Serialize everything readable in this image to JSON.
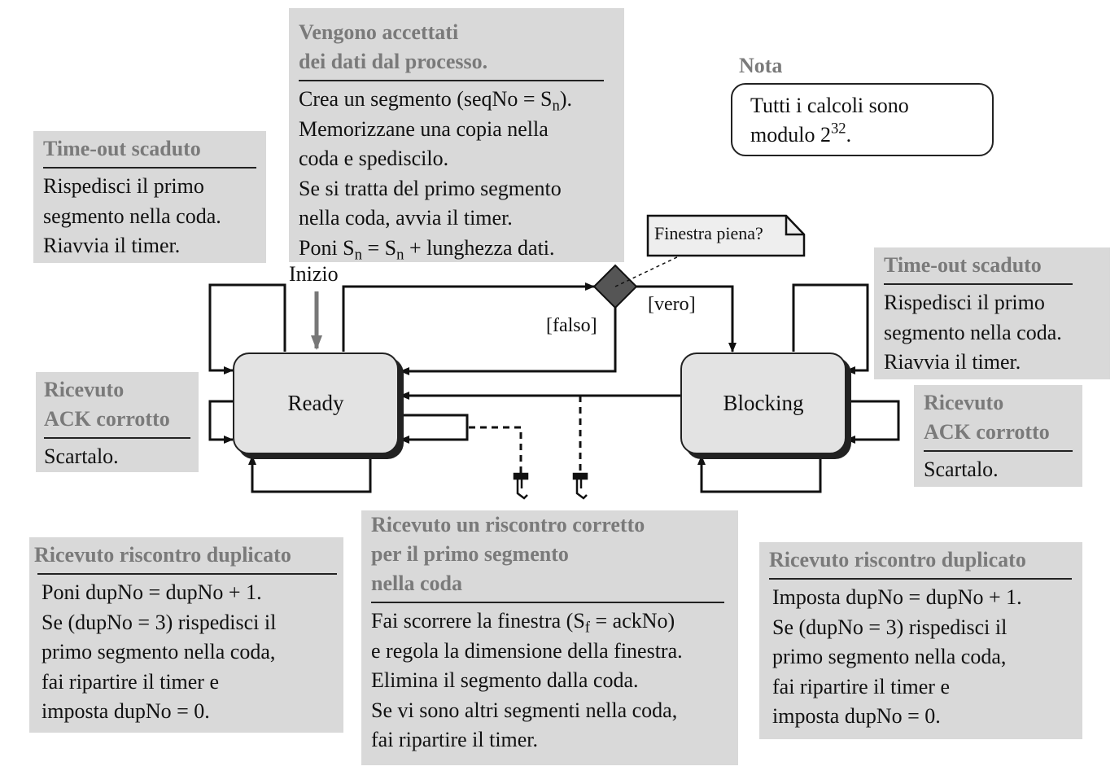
{
  "panels": {
    "send_event": {
      "title": [
        "Vengono accettati",
        "dei dati dal processo."
      ],
      "body": [
        {
          "pre": "Crea un segmento (seqNo = S",
          "sub": "n",
          "post": ")."
        },
        {
          "pre": "Memorizzane una copia nella"
        },
        {
          "pre": "coda e spediscilo."
        },
        {
          "pre": "Se si tratta del primo segmento"
        },
        {
          "pre": "nella coda, avvia il timer."
        },
        {
          "pre": "Poni S",
          "sub": "n",
          "mid": " = S",
          "sub2": "n",
          "post": " + lunghezza dati."
        }
      ]
    },
    "timeout_left": {
      "title": [
        "Time-out scaduto"
      ],
      "body": [
        "Rispedisci il primo",
        "segmento nella coda.",
        "Riavvia il timer."
      ]
    },
    "corrupt_left": {
      "title": [
        "Ricevuto",
        "ACK corrotto"
      ],
      "body": [
        "Scartalo."
      ]
    },
    "timeout_right": {
      "title": [
        "Time-out scaduto"
      ],
      "body": [
        "Rispedisci il primo",
        "segmento nella coda.",
        "Riavvia il timer."
      ]
    },
    "corrupt_right": {
      "title": [
        "Ricevuto",
        "ACK corrotto"
      ],
      "body": [
        "Scartalo."
      ]
    },
    "dup_left": {
      "title": [
        "Ricevuto riscontro duplicato"
      ],
      "body": [
        "Poni dupNo = dupNo + 1.",
        "Se (dupNo = 3) rispedisci il",
        "primo segmento nella coda,",
        "fai ripartire il timer e",
        "imposta dupNo = 0."
      ]
    },
    "ack_middle": {
      "title": [
        "Ricevuto un riscontro corretto",
        "per il primo segmento",
        "nella coda"
      ],
      "body": [
        {
          "pre": "Fai scorrere la finestra (S",
          "sub": "f",
          "post": "  = ackNo)"
        },
        {
          "pre": "e regola la dimensione della finestra."
        },
        {
          "pre": "Elimina il segmento dalla coda."
        },
        {
          "pre": "Se vi sono altri segmenti nella coda,"
        },
        {
          "pre": "fai ripartire il timer."
        }
      ]
    },
    "dup_right": {
      "title": [
        "Ricevuto riscontro duplicato"
      ],
      "body": [
        "Imposta dupNo = dupNo + 1.",
        "Se (dupNo = 3) rispedisci il",
        "primo segmento nella coda,",
        "fai ripartire il timer e",
        "imposta dupNo = 0."
      ]
    }
  },
  "note": {
    "heading": "Nota",
    "line1": "Tutti i calcoli sono",
    "line2_pre": "modulo 2",
    "line2_sup": "32",
    "line2_post": "."
  },
  "states": {
    "ready": "Ready",
    "blocking": "Blocking"
  },
  "labels": {
    "start": "Inizio",
    "guard_question": "Finestra piena?",
    "true": "[vero]",
    "false": "[falso]"
  },
  "colors": {
    "panel_bg": "#d9d9d9",
    "panel_title": "#7a7a7a",
    "state_bg": "#e3e3e3",
    "decision": "#555555",
    "start_arrow": "#777777"
  }
}
